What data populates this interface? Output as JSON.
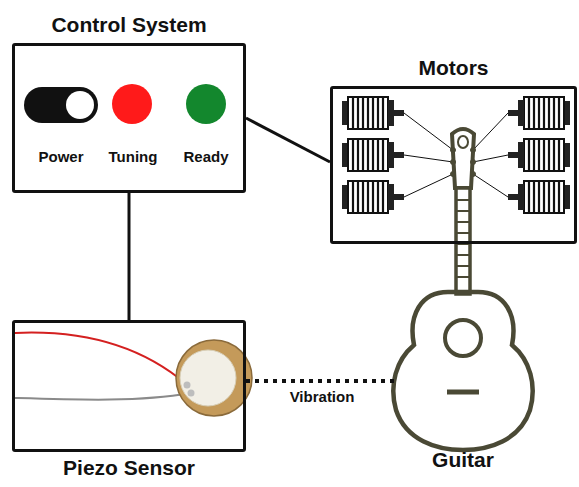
{
  "diagram": {
    "nodes": [
      {
        "text": [
          "Control System"
        ]
      },
      {
        "text": [
          "Motors"
        ]
      },
      {
        "text": [
          "Piezo Sensor"
        ]
      },
      {
        "text": [
          "Guitar"
        ]
      }
    ],
    "edges": [
      {
        "from": 0,
        "to": 1,
        "arrow": "none"
      },
      {
        "from": 0,
        "to": 2,
        "arrow": "none"
      },
      {
        "from": 2,
        "to": 3,
        "label": "Vibration",
        "arrow": "none"
      }
    ],
    "labels": [
      "Power",
      "Tuning",
      "Ready"
    ]
  }
}
